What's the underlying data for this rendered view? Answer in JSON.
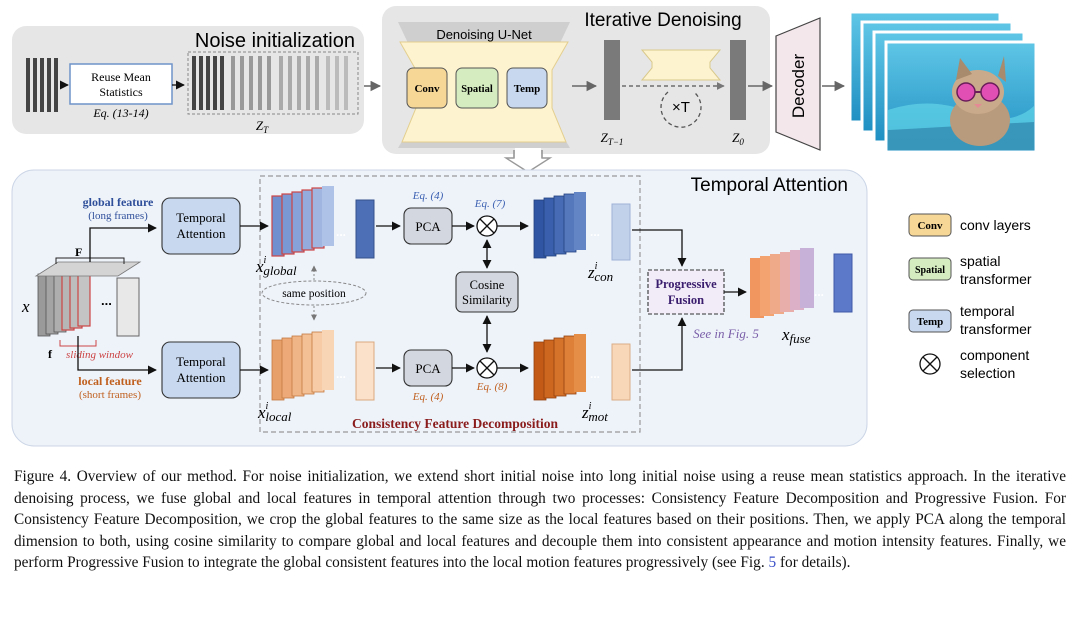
{
  "figure": {
    "noise_init": {
      "title": "Noise initialization",
      "reuse_box": [
        "Reuse Mean",
        "Statistics"
      ],
      "eq": "Eq. (13-14)",
      "zt_label": "Z",
      "zt_sub": "T"
    },
    "iterative": {
      "title": "Iterative Denoising",
      "unet_title": "Denoising U-Net",
      "conv": "Conv",
      "spatial": "Spatial",
      "temp": "Temp",
      "loop_label": "×T",
      "zt1_label": "Z",
      "zt1_sub": "T−1",
      "z0_label": "Z",
      "z0_sub": "0",
      "decoder": "Decoder"
    },
    "temporal_attention": {
      "title": "Temporal Attention",
      "global_feature": "global feature",
      "long_frames": "(long frames)",
      "local_feature": "local feature",
      "short_frames": "(short frames)",
      "F_label": "F",
      "f_label": "f",
      "sliding_window": "sliding window",
      "x_label": "x",
      "temporal_attention_box": [
        "Temporal",
        "Attention"
      ],
      "x_global": "x",
      "x_global_sub": "global",
      "x_local": "x",
      "x_local_sub": "local",
      "sup_i": "i",
      "same_position": "same position",
      "pca": "PCA",
      "eq4": "Eq. (4)",
      "eq7": "Eq. (7)",
      "eq8": "Eq. (8)",
      "cosine": [
        "Cosine",
        "Similarity"
      ],
      "z_con": "z",
      "z_con_sub": "con",
      "z_mot": "z",
      "z_mot_sub": "mot",
      "cfd_title": "Consistency Feature Decomposition",
      "progressive_fusion": [
        "Progressive",
        "Fusion"
      ],
      "see_fig5": "See in Fig. 5",
      "x_fuse": "x",
      "x_fuse_sub": "fuse",
      "dots": "..."
    },
    "legend": [
      {
        "tag": "Conv",
        "label": [
          "conv layers"
        ],
        "color": "#f6d796"
      },
      {
        "tag": "Spatial",
        "label": [
          "spatial",
          "transformer"
        ],
        "color": "#d4ecc0"
      },
      {
        "tag": "Temp",
        "label": [
          "temporal",
          "transformer"
        ],
        "color": "#c7d8ef"
      },
      {
        "tag": "⊗",
        "label": [
          "component",
          "selection"
        ],
        "color": "#ffffff"
      }
    ],
    "colors": {
      "blue_stack": "#4d6fb6",
      "orange_stack": "#e0893e",
      "panel_gray": "#e6e6e6",
      "panel_blue": "#eef3fa",
      "box_blue": "#c7d8ef",
      "decoder_pink": "#f3e7ec",
      "cfd_title": "#8a1c1c",
      "see_fig": "#7a5ea8"
    }
  },
  "caption": {
    "segments": [
      "Figure 4. Overview of our method. For noise initialization, we extend short initial noise into long initial noise using a reuse mean statistics approach. In the iterative denoising process, we fuse global and local features in temporal attention through two processes: Consistency Feature Decomposition and Progressive Fusion. For Consistency Feature Decomposition, we crop the global features to the same size as the local features based on their positions. Then, we apply PCA along the temporal dimension to both, using cosine similarity to compare global and local features and decouple them into consistent appearance and motion intensity features. Finally, we perform Progressive Fusion to integrate the global consistent features into the local motion features progressively (see Fig. ",
      "5",
      " for details)."
    ]
  }
}
